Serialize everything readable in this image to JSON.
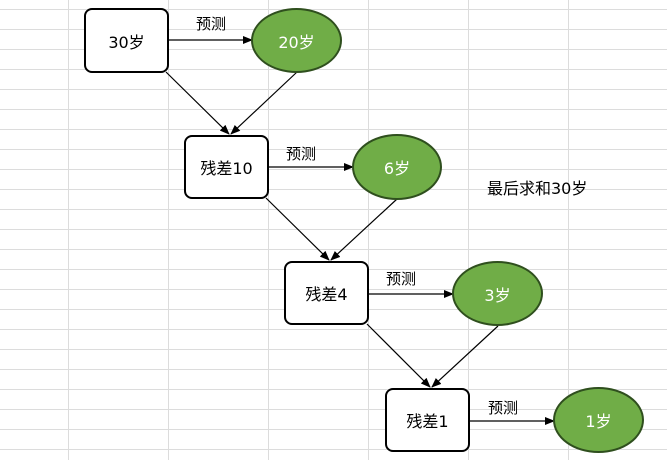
{
  "nodes": {
    "start": "30岁",
    "residual_1": "残差10",
    "residual_2": "残差4",
    "residual_3": "残差1"
  },
  "predictions": {
    "p1": "20岁",
    "p2": "6岁",
    "p3": "3岁",
    "p4": "1岁"
  },
  "edge_label": "预测",
  "note": "最后求和30岁",
  "colors": {
    "prediction_fill": "#70ad47",
    "prediction_border": "#2f4f1e",
    "box_border": "#000000"
  }
}
